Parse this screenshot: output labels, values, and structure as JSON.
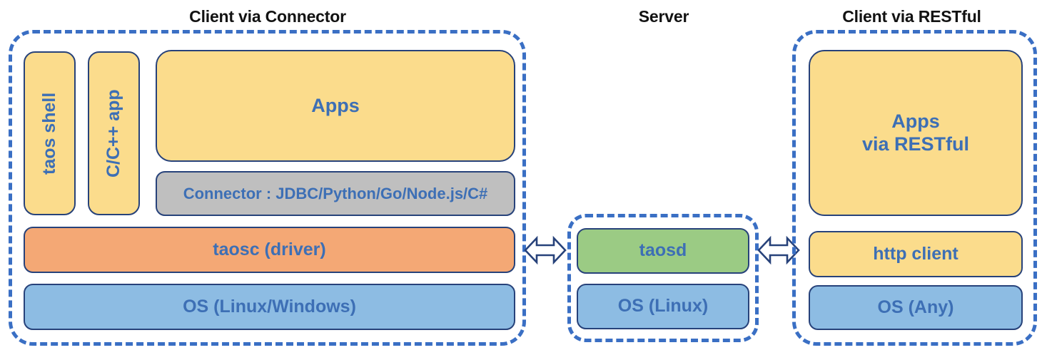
{
  "diagram": {
    "title_left": "Client via Connector",
    "title_center": "Server",
    "title_right": "Client via RESTful",
    "colors": {
      "dashed_border": "#3A6FC4",
      "box_border": "#27427A",
      "text_blue": "#3D6FB5",
      "title_black": "#121212",
      "yellow": "#FBDC8C",
      "gray": "#BFBFBF",
      "orange": "#F4A875",
      "blue": "#8DBCE3",
      "green": "#9BCB84"
    }
  },
  "client_connector": {
    "taos_shell": "taos shell",
    "c_cpp_app": "C/C++ app",
    "apps": "Apps",
    "connector": "Connector : JDBC/Python/Go/Node.js/C#",
    "taosc": "taosc (driver)",
    "os": "OS (Linux/Windows)"
  },
  "server": {
    "taosd": "taosd",
    "os": "OS (Linux)"
  },
  "client_restful": {
    "apps_line1": "Apps",
    "apps_line2": "via RESTful",
    "http_client": "http client",
    "os": "OS (Any)"
  },
  "connectors": {
    "left_arrow": "double-headed-arrow",
    "right_arrow": "double-headed-arrow"
  }
}
